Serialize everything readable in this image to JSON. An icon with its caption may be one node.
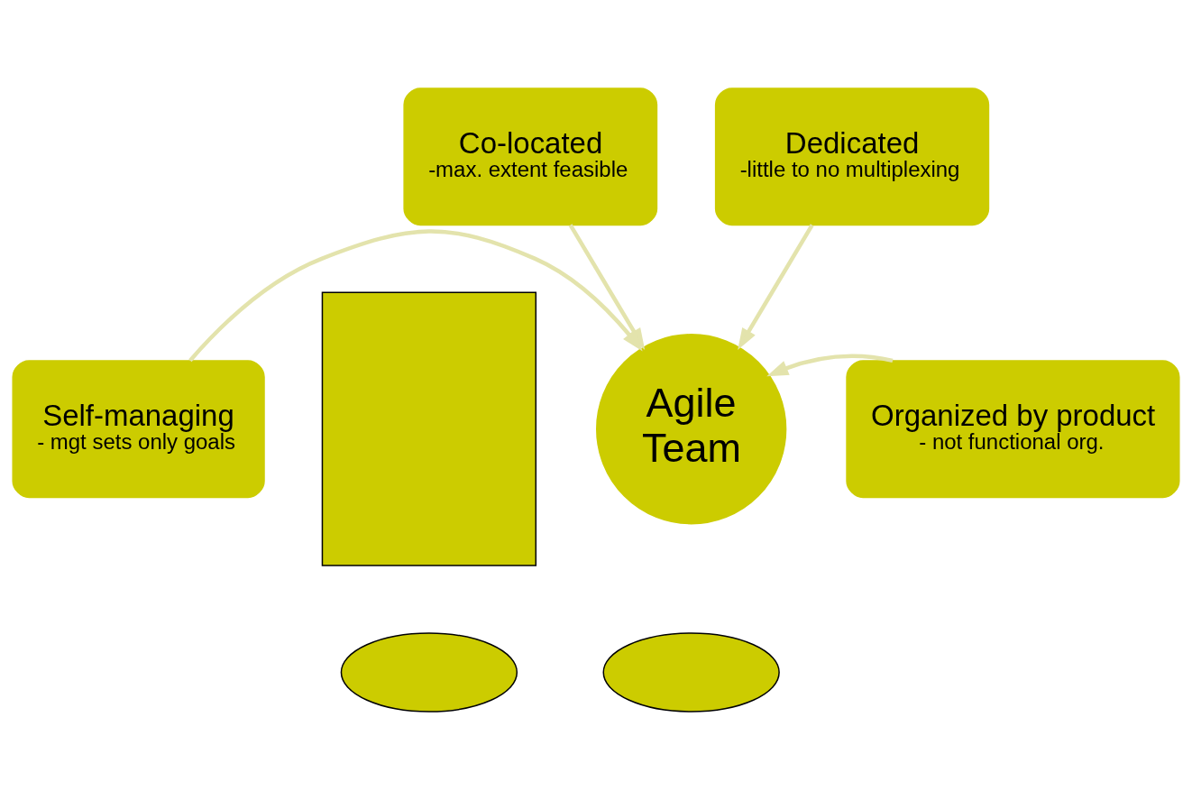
{
  "diagram": {
    "nodes": [
      {
        "text": [
          "Co-located",
          "-max. extent feasible"
        ]
      },
      {
        "text": [
          "Dedicated",
          "-little to no multiplexing"
        ]
      },
      {
        "text": [
          "Self-managing",
          "- mgt sets only goals"
        ]
      },
      {
        "text": [
          "Organized by product",
          "- not functional org."
        ]
      },
      {
        "text": [],
        "shape": "box"
      },
      {
        "text": [],
        "shape": "ellipse"
      },
      {
        "text": [],
        "shape": "ellipse"
      },
      {
        "text": [
          "Agile Team"
        ]
      }
    ],
    "edges": [
      {
        "from": 0,
        "to": 7,
        "arrow": "to"
      },
      {
        "from": 1,
        "to": 7,
        "arrow": "to"
      },
      {
        "from": 2,
        "to": 7,
        "arrow": "to"
      },
      {
        "from": 3,
        "to": 7,
        "arrow": "to"
      }
    ]
  }
}
